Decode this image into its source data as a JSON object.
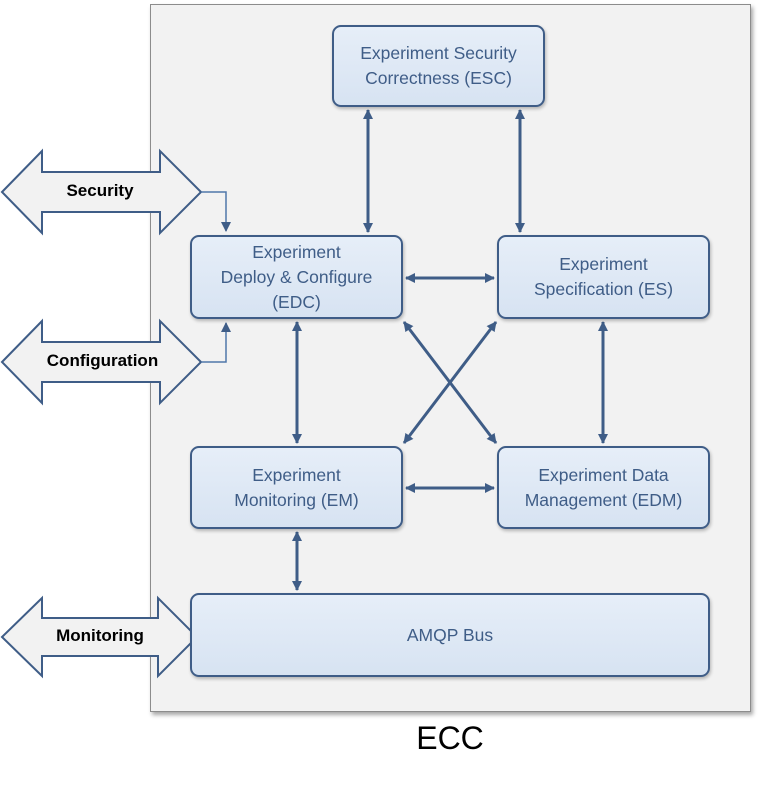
{
  "container": {
    "label": "ECC"
  },
  "components": {
    "esc": "Experiment Security\nCorrectness (ESC)",
    "edc": "Experiment\nDeploy & Configure\n(EDC)",
    "es": "Experiment\nSpecification (ES)",
    "em": "Experiment\nMonitoring (EM)",
    "edm": "Experiment Data\nManagement (EDM)",
    "amqp": "AMQP Bus"
  },
  "interfaces": {
    "security": "Security",
    "configuration": "Configuration",
    "monitoring": "Monitoring"
  },
  "connections": [
    {
      "from": "esc",
      "to": "edc",
      "direction": "both"
    },
    {
      "from": "esc",
      "to": "es",
      "direction": "both"
    },
    {
      "from": "edc",
      "to": "es",
      "direction": "both"
    },
    {
      "from": "edc",
      "to": "em",
      "direction": "both"
    },
    {
      "from": "edc",
      "to": "edm",
      "direction": "both"
    },
    {
      "from": "es",
      "to": "em",
      "direction": "both"
    },
    {
      "from": "es",
      "to": "edm",
      "direction": "both"
    },
    {
      "from": "em",
      "to": "edm",
      "direction": "both"
    },
    {
      "from": "em",
      "to": "amqp",
      "direction": "both"
    },
    {
      "from": "security",
      "to": "edc",
      "direction": "forward"
    },
    {
      "from": "configuration",
      "to": "edc",
      "direction": "forward"
    }
  ],
  "colors": {
    "box_fill": "#dce6f2",
    "box_border": "#3f5d87",
    "arrow": "#3f5d87",
    "interface_arrow_fill": "#f2f2f2",
    "interface_arrow_border": "#3f5d87"
  }
}
